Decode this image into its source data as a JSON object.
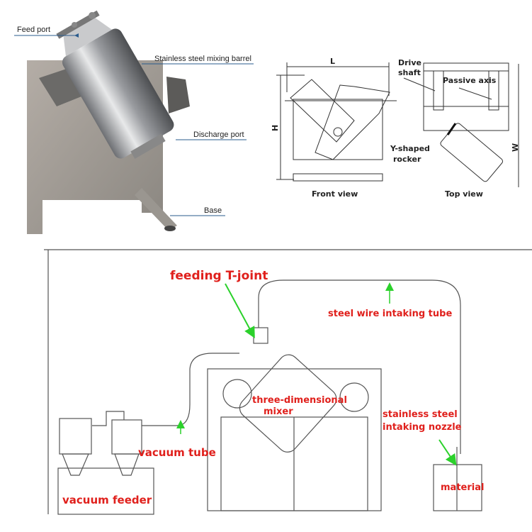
{
  "photo": {
    "labels": {
      "feed_port": "Feed port",
      "mixing_barrel": "Stainless steel mixing barrel",
      "discharge_port": "Discharge port",
      "base": "Base"
    },
    "leader_color": "#2a5b8c"
  },
  "drawings": {
    "front_view": {
      "caption": "Front view",
      "dim_length": "L",
      "dim_height": "H"
    },
    "top_view": {
      "caption": "Top view",
      "dim_width": "W",
      "drive_shaft": [
        "Drive",
        "shaft"
      ],
      "passive_axis": "Passive axis",
      "y_rocker": [
        "Y-shaped",
        "rocker"
      ]
    }
  },
  "schematic": {
    "label_color": "#e0201c",
    "arrow_color": "#2bd12b",
    "labels": {
      "feeding_t_joint": "feeding T-joint",
      "steel_wire_tube": "steel wire intaking tube",
      "mixer": [
        "three-dimensional",
        "mixer"
      ],
      "nozzle": [
        "stainless steel",
        "intaking nozzle"
      ],
      "vacuum_tube": "vacuum tube",
      "material": "material",
      "vacuum_feeder": "vacuum feeder"
    }
  }
}
